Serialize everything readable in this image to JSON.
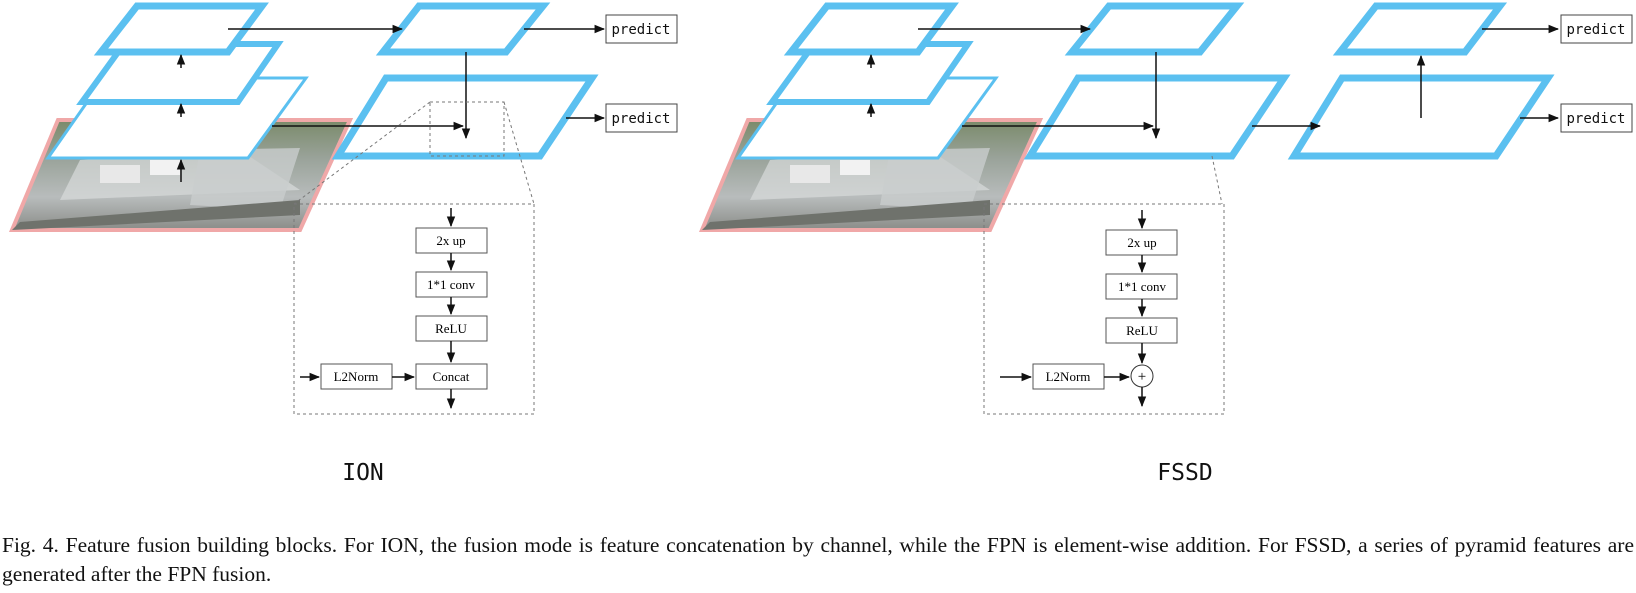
{
  "colors": {
    "feature_map": "#5bc0f0",
    "image_border": "#f0a8a8",
    "arrow": "#111111",
    "dashed": "#777777"
  },
  "icons": {
    "input_image": "road-scene-photo-icon",
    "add_node": "plus-circle-icon"
  },
  "ion": {
    "title": "ION",
    "predict_top": "predict",
    "predict_bottom": "predict",
    "blocks": {
      "up": "2x up",
      "conv": "1*1 conv",
      "relu": "ReLU",
      "l2norm": "L2Norm",
      "concat": "Concat"
    }
  },
  "fssd": {
    "title": "FSSD",
    "predict_top": "predict",
    "predict_bottom": "predict",
    "blocks": {
      "up": "2x up",
      "conv": "1*1 conv",
      "relu": "ReLU",
      "l2norm": "L2Norm",
      "plus": "+"
    }
  },
  "caption": "Fig. 4.  Feature fusion building blocks. For ION, the fusion mode is feature concatenation by channel, while the FPN is element-wise addition. For FSSD, a series of pyramid features are generated after the FPN fusion."
}
